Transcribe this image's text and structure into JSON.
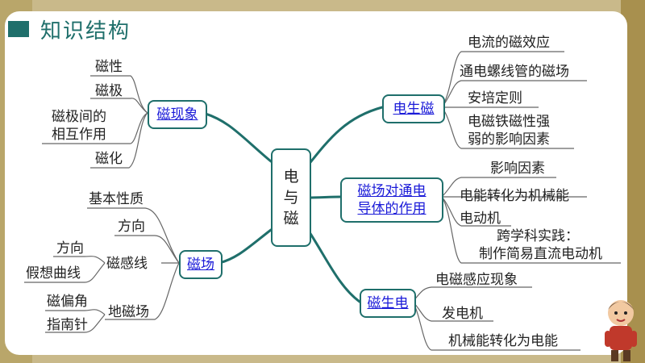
{
  "header": {
    "title": "知识结构"
  },
  "center": {
    "chars": [
      "电",
      "与",
      "磁"
    ]
  },
  "branches": {
    "magnet_phenomena": {
      "label": "磁现象",
      "items": [
        "磁性",
        "磁极",
        "磁极间的",
        "相互作用",
        "磁化"
      ]
    },
    "magnetic_field": {
      "label": "磁场",
      "items": [
        "基本性质",
        "方向",
        "磁感线",
        "方向",
        "假想曲线",
        "地磁场",
        "磁偏角",
        "指南针"
      ]
    },
    "current_magnetism": {
      "label": "电生磁",
      "items": [
        "电流的磁效应",
        "通电螺线管的磁场",
        "安培定则",
        "电磁铁磁性强",
        "弱的影响因素"
      ]
    },
    "field_on_conductor": {
      "label_line1": "磁场对通电",
      "label_line2": "导体的作用",
      "items": [
        "影响因素",
        "电能转化为机械能",
        "电动机",
        "跨学科实践：",
        "制作简易直流电动机"
      ]
    },
    "magnetism_current": {
      "label": "磁生电",
      "items": [
        "电磁感应现象",
        "发电机",
        "机械能转化为电能"
      ]
    }
  },
  "colors": {
    "accent": "#1f6f6b",
    "link": "#1a1ad8"
  }
}
